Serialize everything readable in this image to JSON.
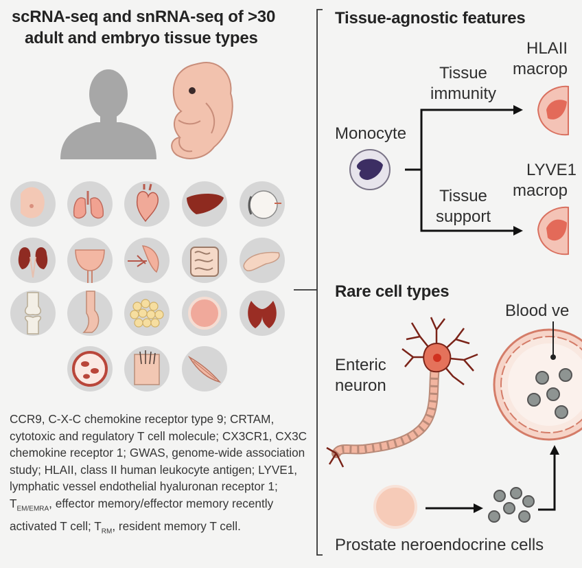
{
  "left_panel": {
    "title_line1": "scRNA-seq and snRNA-seq of >30",
    "title_line2": "adult and embryo tissue types",
    "figures": [
      {
        "name": "adult-silhouette-icon"
      },
      {
        "name": "embryo-icon"
      }
    ],
    "tissue_icons": [
      "breast-icon",
      "lung-icon",
      "heart-icon",
      "liver-icon",
      "eye-icon",
      "kidney-icon",
      "bladder-icon",
      "spleen-icon",
      "intestine-icon",
      "pancreas-icon",
      "knee-joint-icon",
      "esophagus-icon",
      "adipose-icon",
      "cell-icon",
      "thyroid-icon",
      "blood-vessel-icon",
      "skin-icon",
      "muscle-icon"
    ],
    "abbreviations": {
      "seg1": "CCR9, C-X-C chemokine receptor type 9; CRTAM, cytotoxic and regulatory T cell molecule; CX3CR1, CX3C chemokine receptor 1; GWAS, genome-wide association study; HLAII, class II human leukocyte antigen;  LYVE1, lymphatic vessel endothelial hyaluronan receptor 1; T",
      "sub1": "EM/EMRA",
      "seg2": ", effector memory/effector memory recently activated T cell; T",
      "sub2": "RM",
      "seg3": ", resident memory T cell."
    }
  },
  "right_panel": {
    "section1": {
      "title": "Tissue-agnostic features",
      "source": "Monocyte",
      "branch_top": "Tissue immunity",
      "branch_top_l1": "Tissue",
      "branch_top_l2": "immunity",
      "branch_bottom_l1": "Tissue",
      "branch_bottom_l2": "support",
      "target_top_l1": "HLAII",
      "target_top_l2": "macrop",
      "target_bottom_l1": "LYVE1",
      "target_bottom_l2": "macrop"
    },
    "section2": {
      "title": "Rare cell types",
      "neuron_l1": "Enteric",
      "neuron_l2": "neuron",
      "vessel_label": "Blood ve",
      "bottom_label": "Prostate neroendocrine cells"
    }
  },
  "colors": {
    "background": "#f4f4f3",
    "icon_circle": "#d6d6d6",
    "silhouette": "#a7a7a7",
    "embryo": "#f2c2ae",
    "monocyte_nucleus": "#3c2e63",
    "macrophage": "#e98576",
    "neuron_body": "#e4725b",
    "neuron_axon": "#f2b5a0",
    "prostate_cell": "#f6cbb8",
    "granule": "#8e9492"
  }
}
